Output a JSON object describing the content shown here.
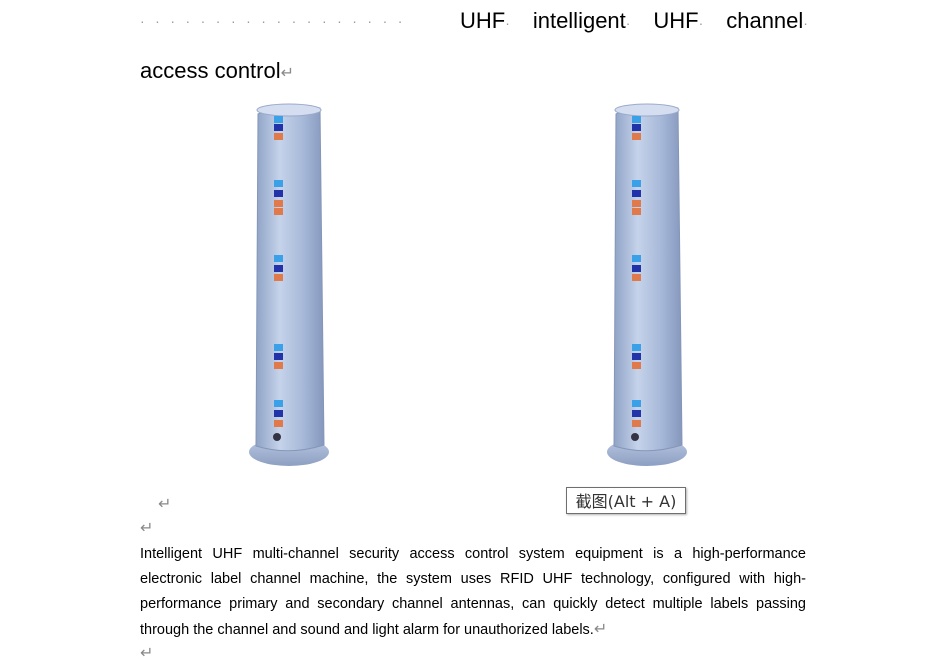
{
  "document": {
    "title_words": [
      "UHF",
      "intelligent",
      "UHF",
      "channel"
    ],
    "title_line2": "access control",
    "paragraph_mark": "↵",
    "space_mark": "·",
    "leader_dots": "··················",
    "tooltip": "截图(Alt + A)",
    "body_lines": [
      "Intelligent UHF multi-channel security access control system equipment is a high-performance",
      "electronic label channel machine, the system uses RFID UHF technology, configured with high-",
      "performance primary and secondary channel antennas, can quickly detect multiple labels passing",
      "through the channel and sound and light alarm for unauthorized labels."
    ]
  },
  "images": {
    "left": {
      "kind": "uhf-gate-panel",
      "colors": {
        "body": "#a9bbd9",
        "cap": "#c9d6ea",
        "base": "#9fb1cf"
      }
    },
    "right": {
      "kind": "uhf-gate-panel",
      "colors": {
        "body": "#a9bbd9",
        "cap": "#c9d6ea",
        "base": "#9fb1cf"
      }
    }
  }
}
